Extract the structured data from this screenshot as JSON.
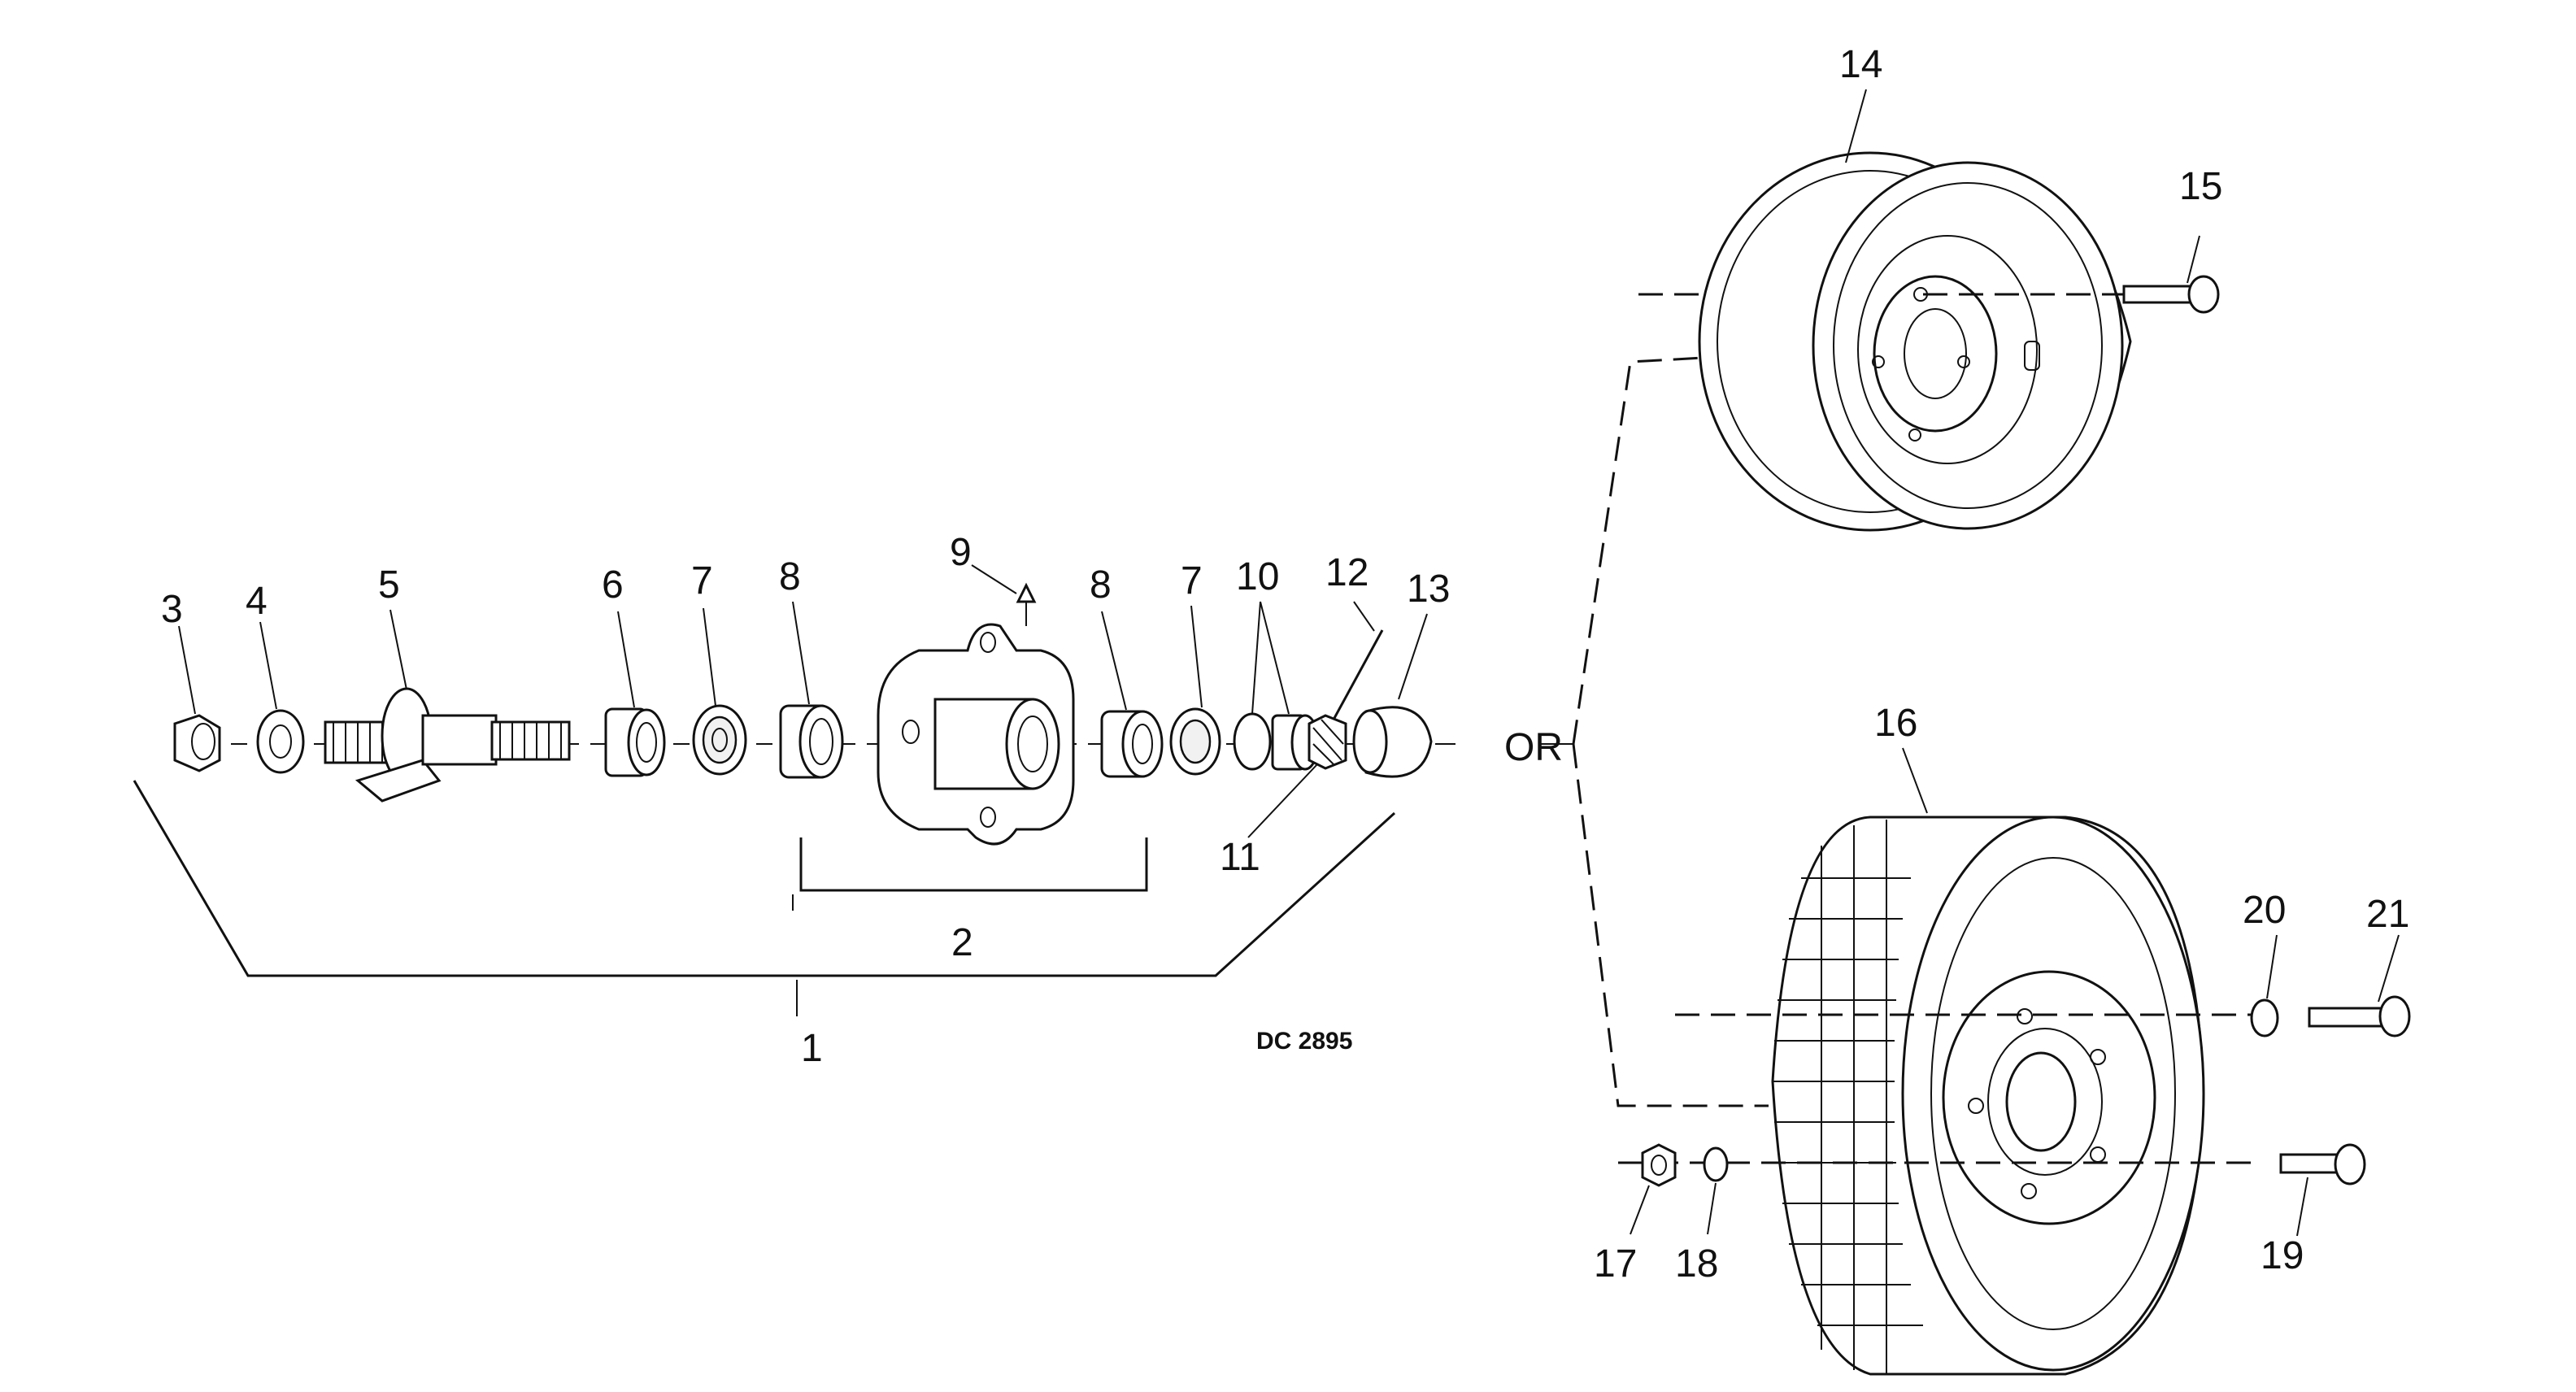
{
  "diagram": {
    "code": "DC 2895",
    "or_label": "OR",
    "callouts": [
      "1",
      "2",
      "3",
      "4",
      "5",
      "6",
      "7",
      "8",
      "9",
      "10",
      "11",
      "12",
      "13",
      "14",
      "15",
      "16",
      "17",
      "18",
      "19",
      "20",
      "21"
    ],
    "duplicate_callouts": {
      "7b": "7",
      "8b": "8"
    }
  }
}
